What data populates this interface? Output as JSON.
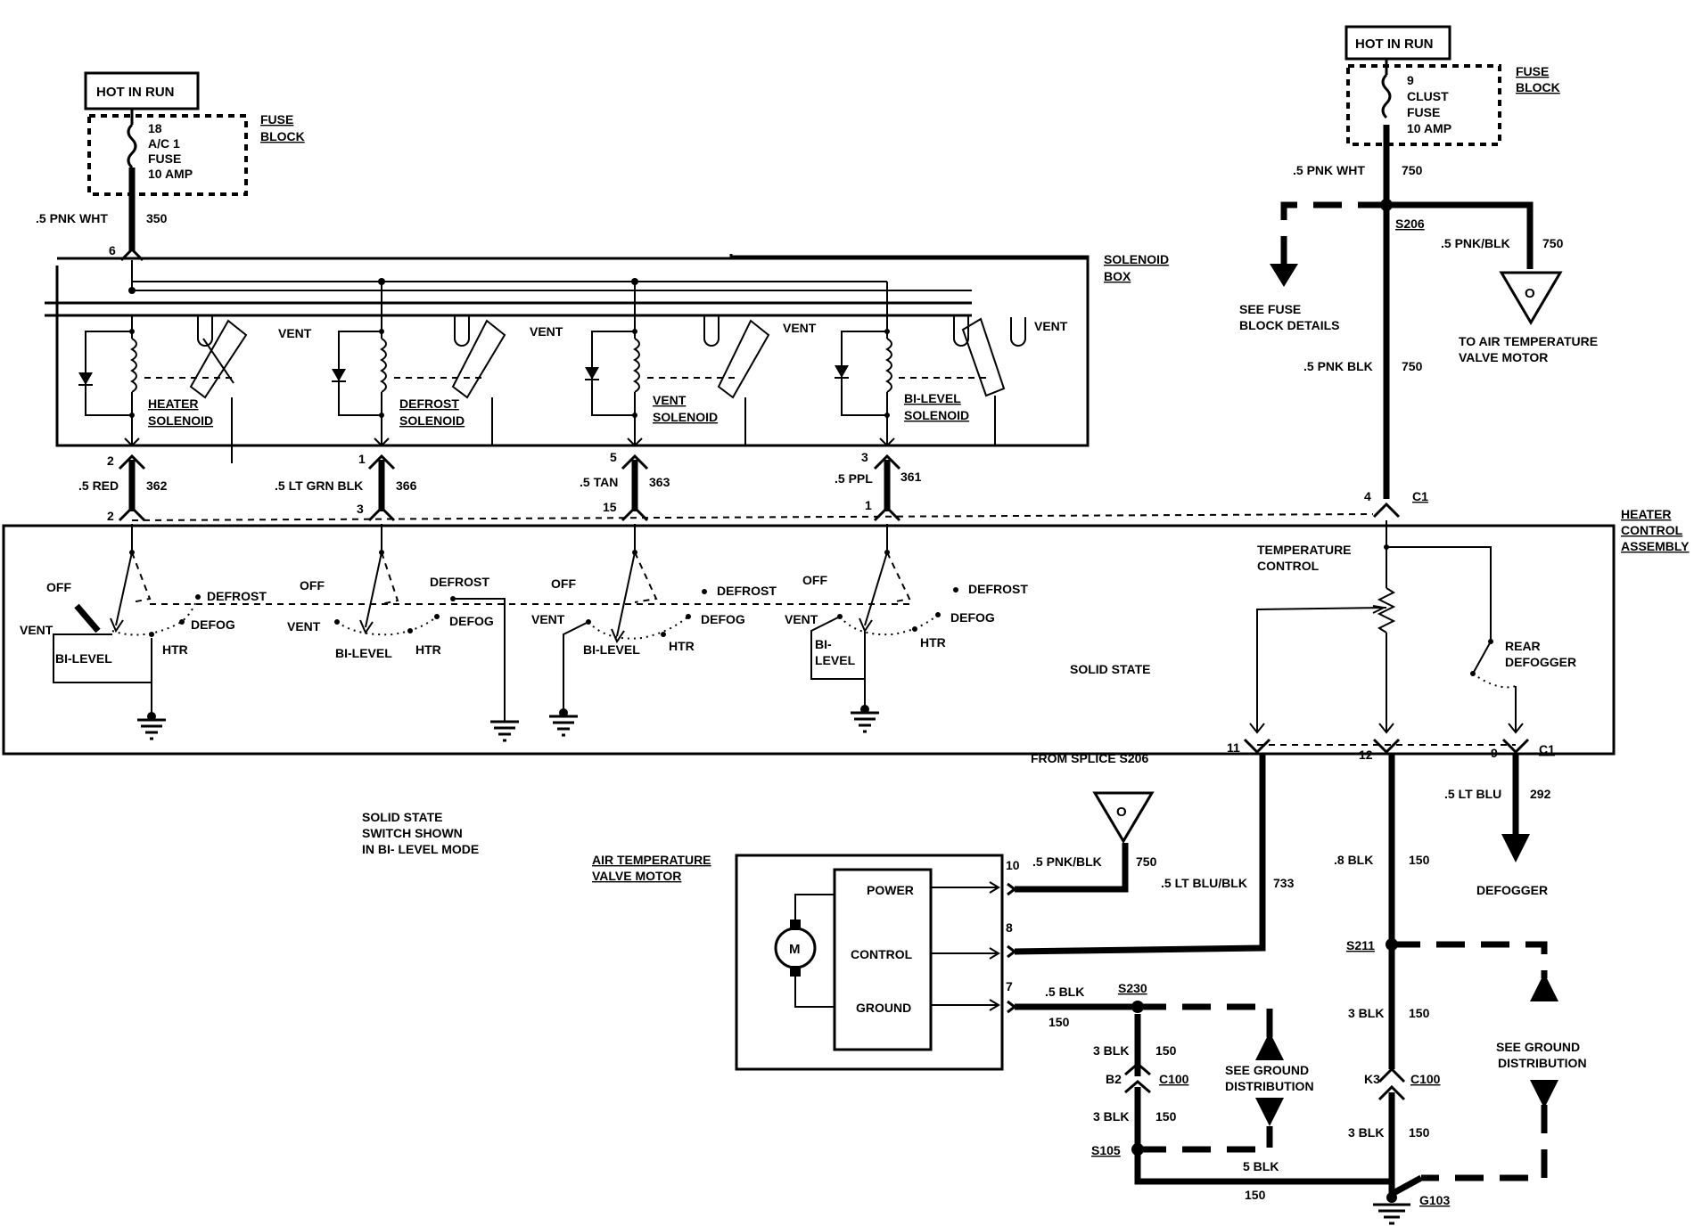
{
  "diagram": {
    "left_hot": "HOT IN RUN",
    "right_hot": "HOT IN RUN",
    "fuse_block_left": [
      "FUSE",
      "BLOCK"
    ],
    "fuse_block_right": [
      "FUSE",
      "BLOCK"
    ],
    "left_fuse": [
      "18",
      "A/C 1",
      "FUSE",
      "10 AMP"
    ],
    "right_fuse": [
      "9",
      "CLUST",
      "FUSE",
      "10 AMP"
    ],
    "wire_left_feed": ".5 PNK WHT",
    "circuit_left_feed": "350",
    "pin_6": "6",
    "solenoid_box": [
      "SOLENOID",
      "BOX"
    ],
    "vent": "VENT",
    "solenoids": [
      {
        "name1": "HEATER",
        "name2": "SOLENOID",
        "pin_top": "2",
        "pin_bot": "2",
        "wire": ".5 RED",
        "circuit": "362"
      },
      {
        "name1": "DEFROST",
        "name2": "SOLENOID",
        "pin_top": "1",
        "pin_bot": "3",
        "wire": ".5 LT GRN BLK",
        "circuit": "366"
      },
      {
        "name1": "VENT",
        "name2": "SOLENOID",
        "pin_top": "5",
        "pin_bot": "15",
        "wire": ".5 TAN",
        "circuit": "363"
      },
      {
        "name1": "BI-LEVEL",
        "name2": "SOLENOID",
        "pin_top": "3",
        "pin_bot": "1",
        "wire": ".5 PPL",
        "circuit": "361"
      }
    ],
    "right_wire_top": ".5 PNK WHT",
    "right_circuit_top": "750",
    "splice_s206": "S206",
    "right_branch_wire": ".5 PNK/BLK",
    "right_branch_circuit": "750",
    "see_fuse": [
      "SEE FUSE",
      "BLOCK DETAILS"
    ],
    "to_air_temp": [
      "TO AIR TEMPERATURE",
      "VALVE MOTOR"
    ],
    "offpage_o": "O",
    "right_wire_mid": ".5 PNK BLK",
    "right_circuit_mid": "750",
    "pin_4": "4",
    "c1": "C1",
    "heater_control": [
      "HEATER",
      "CONTROL",
      "ASSEMBLY"
    ],
    "switch_labels": {
      "off": "OFF",
      "vent": "VENT",
      "defrost": "DEFROST",
      "defog": "DEFOG",
      "bilevel": "BI-LEVEL",
      "htr": "HTR",
      "bi": "BI-",
      "level": "LEVEL"
    },
    "temperature_control": [
      "TEMPERATURE",
      "CONTROL"
    ],
    "rear_defogger": [
      "REAR",
      "DEFOGGER"
    ],
    "solid_state": "SOLID STATE",
    "pin_11": "11",
    "pin_12": "12",
    "pin_9": "9",
    "from_splice": "FROM SPLICE S206",
    "solid_state_note": [
      "SOLID STATE",
      "SWITCH SHOWN",
      "IN BI- LEVEL MODE"
    ],
    "defog_wire": ".5 LT BLU",
    "defog_circuit": "292",
    "defogger": "DEFOGGER",
    "atvm_title": [
      "AIR TEMPERATURE",
      "VALVE MOTOR"
    ],
    "motor_m": "M",
    "atvm_terms": [
      "POWER",
      "CONTROL",
      "GROUND"
    ],
    "pin_10": "10",
    "pin_8": "8",
    "pin_7": "7",
    "power_wire": ".5 PNK/BLK",
    "power_circuit": "750",
    "control_wire": ".5 LT BLU/BLK",
    "control_circuit": "733",
    "ground_wire": ".5 BLK",
    "ground_circuit": "150",
    "s230": "S230",
    "blk3": "3 BLK",
    "c150": "150",
    "b2": "B2",
    "c100": "C100",
    "see_ground": [
      "SEE GROUND",
      "DISTRIBUTION"
    ],
    "s105": "S105",
    "blk5": "5 BLK",
    "blk8": ".8 BLK",
    "s211": "S211",
    "k3": "K3",
    "g103": "G103"
  }
}
